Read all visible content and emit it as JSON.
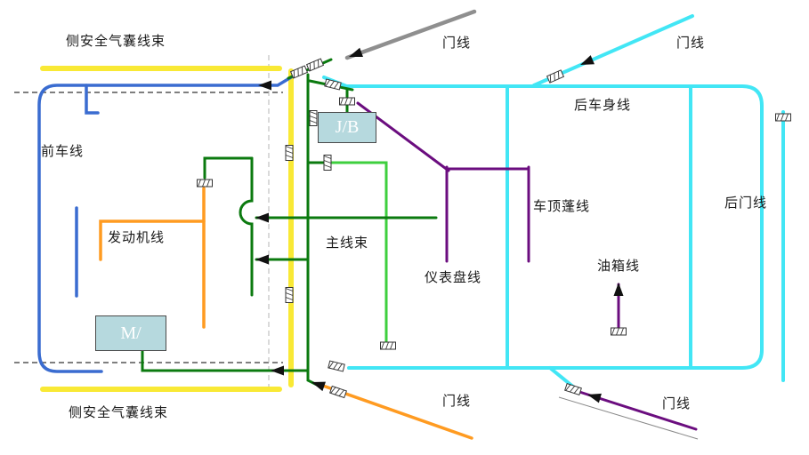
{
  "labels": {
    "side_airbag_top": "侧安全气囊线束",
    "side_airbag_bottom": "侧安全气囊线束",
    "door_top_left": "门线",
    "door_top_right": "门线",
    "door_bottom_left": "门线",
    "door_bottom_right": "门线",
    "rear_body": "后车身线",
    "front_car": "前车线",
    "junction_box": "J/B",
    "module_box": "M/",
    "engine": "发动机线",
    "main_harness": "主线束",
    "roof": "车顶蓬线",
    "instrument_panel": "仪表盘线",
    "rear_door": "后门线",
    "fuel_tank": "油箱线"
  },
  "colors": {
    "yellow": "#f9e935",
    "blue": "#3a6cd0",
    "dark_green": "#0b7a0f",
    "bright_green": "#3ecf3e",
    "cyan": "#42e6f5",
    "purple": "#6b0d7f",
    "orange": "#ff9b21",
    "gray": "#8f8f8f",
    "leader": "#888888",
    "dash": "#333333",
    "dash_light": "#b5b5b5",
    "arrow": "#111111",
    "box_fill": "#b6d9de",
    "box_border": "#4a4a4a",
    "box_text": "#ffffff"
  }
}
